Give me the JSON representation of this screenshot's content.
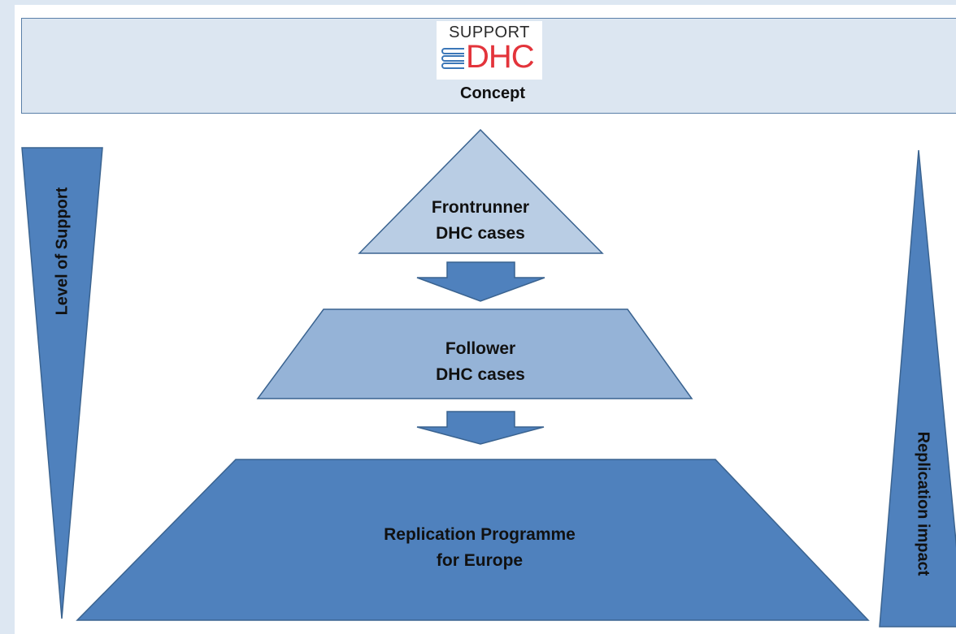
{
  "logo": {
    "line1": "SUPPORT",
    "line2": "DHC"
  },
  "header": {
    "title": "Concept"
  },
  "pyramid": {
    "top": {
      "line1": "Frontrunner",
      "line2": "DHC cases"
    },
    "middle": {
      "line1": "Follower",
      "line2": "DHC cases"
    },
    "bottom": {
      "line1": "Replication Programme",
      "line2": "for Europe"
    }
  },
  "side": {
    "left": "Level of Support",
    "right": "Replication impact"
  },
  "colors": {
    "light_fill": "#b9cde4",
    "mid_fill": "#95b3d7",
    "dark_fill": "#4f81bd",
    "stroke": "#3a6390",
    "header_bg": "#dce6f1",
    "logo_red": "#e3343b"
  }
}
